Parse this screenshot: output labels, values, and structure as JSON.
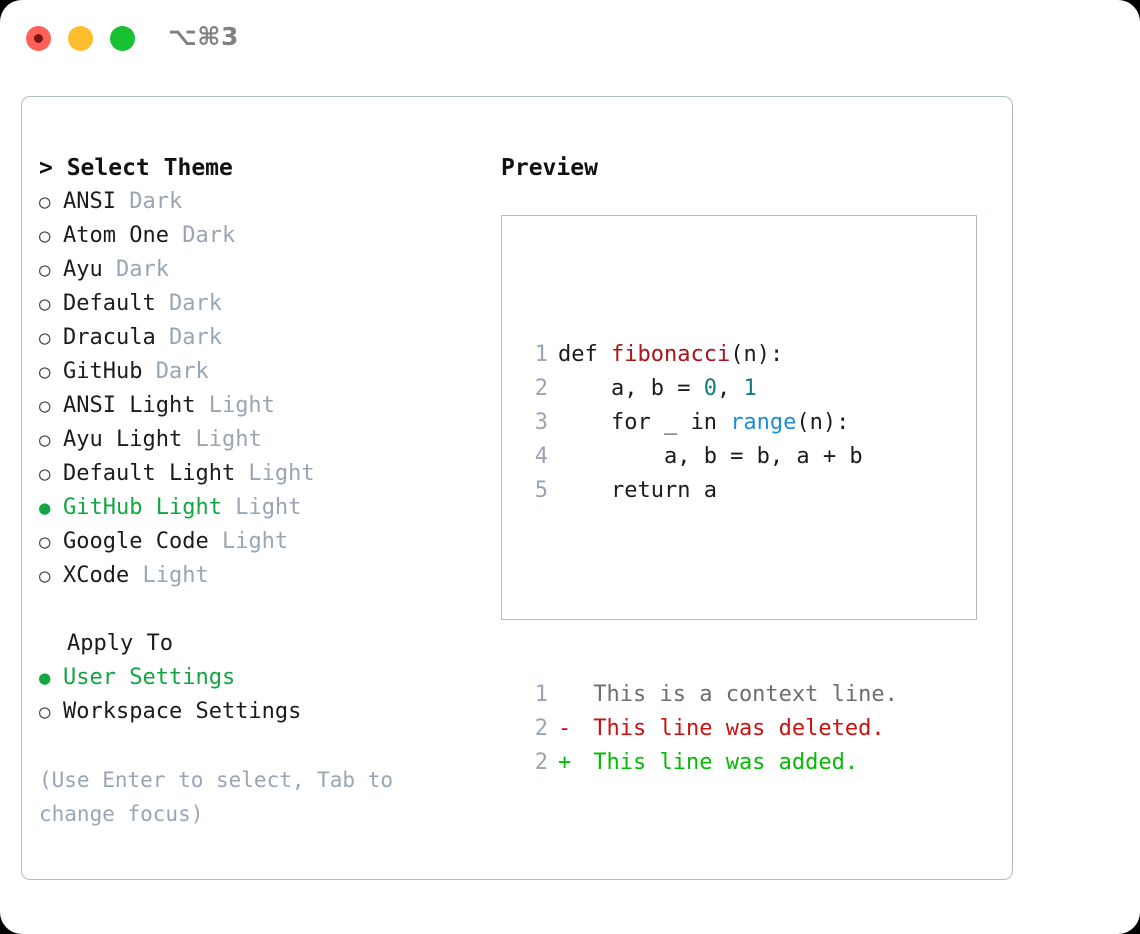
{
  "titlebar": {
    "shortcut": "⌥⌘3",
    "buttons": [
      {
        "name": "close",
        "color": "#ff6058"
      },
      {
        "name": "minimize",
        "color": "#ffbd2e"
      },
      {
        "name": "maximize",
        "color": "#18c132"
      }
    ]
  },
  "colors": {
    "selected_green": "#12a542",
    "muted": "#9aa5b4",
    "border": "#b4bcc8",
    "diff_add": "#06bb06",
    "diff_del": "#cc1111",
    "syntax_function": "#a81418",
    "syntax_number": "#0f7d78",
    "syntax_builtin": "#1f8dcf"
  },
  "theme_picker": {
    "heading": "> Select Theme",
    "marker_selected": "●",
    "marker_unselected": "○",
    "items": [
      {
        "name": "ANSI",
        "suffix": "Dark",
        "selected": false
      },
      {
        "name": "Atom One",
        "suffix": "Dark",
        "selected": false
      },
      {
        "name": "Ayu",
        "suffix": "Dark",
        "selected": false
      },
      {
        "name": "Default",
        "suffix": "Dark",
        "selected": false
      },
      {
        "name": "Dracula",
        "suffix": "Dark",
        "selected": false
      },
      {
        "name": "GitHub",
        "suffix": "Dark",
        "selected": false
      },
      {
        "name": "ANSI Light",
        "suffix": "Light",
        "selected": false
      },
      {
        "name": "Ayu Light",
        "suffix": "Light",
        "selected": false
      },
      {
        "name": "Default Light",
        "suffix": "Light",
        "selected": false
      },
      {
        "name": "GitHub Light",
        "suffix": "Light",
        "selected": true
      },
      {
        "name": "Google Code",
        "suffix": "Light",
        "selected": false
      },
      {
        "name": "XCode",
        "suffix": "Light",
        "selected": false
      }
    ]
  },
  "apply_to": {
    "heading": "Apply To",
    "items": [
      {
        "name": "User Settings",
        "selected": true
      },
      {
        "name": "Workspace Settings",
        "selected": false
      }
    ]
  },
  "hint": "(Use Enter to select, Tab to change focus)",
  "preview": {
    "heading": "Preview",
    "code_lines": [
      {
        "num": "1",
        "tokens": [
          {
            "t": "def ",
            "c": "kw"
          },
          {
            "t": "fibonacci",
            "c": "fn"
          },
          {
            "t": "(n):",
            "c": "pun"
          }
        ]
      },
      {
        "num": "2",
        "tokens": [
          {
            "t": "    a, b = ",
            "c": "kw"
          },
          {
            "t": "0",
            "c": "num"
          },
          {
            "t": ", ",
            "c": "pun"
          },
          {
            "t": "1",
            "c": "num"
          }
        ]
      },
      {
        "num": "3",
        "tokens": [
          {
            "t": "    for _ in ",
            "c": "kw"
          },
          {
            "t": "range",
            "c": "bi"
          },
          {
            "t": "(n):",
            "c": "pun"
          }
        ]
      },
      {
        "num": "4",
        "tokens": [
          {
            "t": "        a, b = b, a + b",
            "c": "kw"
          }
        ]
      },
      {
        "num": "5",
        "tokens": [
          {
            "t": "    return a",
            "c": "kw"
          }
        ]
      }
    ],
    "diff_lines": [
      {
        "num": "1",
        "marker": " ",
        "text": " This is a context line.",
        "kind": "ctx"
      },
      {
        "num": "2",
        "marker": "-",
        "text": " This line was deleted.",
        "kind": "del"
      },
      {
        "num": "2",
        "marker": "+",
        "text": " This line was added.",
        "kind": "add"
      }
    ]
  }
}
